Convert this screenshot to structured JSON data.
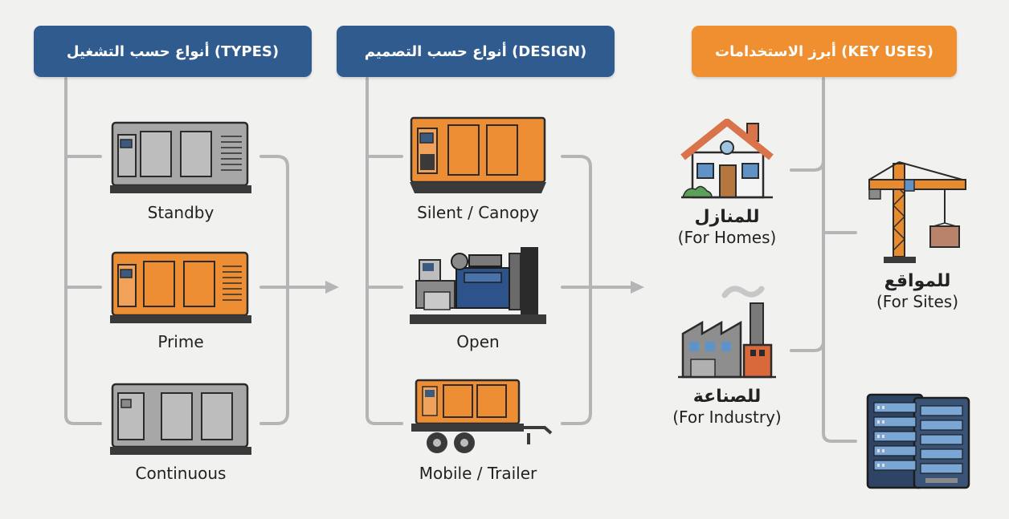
{
  "headers": {
    "types": "أنواع حسب التشغيل (TYPES)",
    "design": "أنواع حسب التصميم (DESIGN)",
    "uses": "أبرز الاستخدامات (KEY USES)"
  },
  "types": [
    {
      "label": "Standby"
    },
    {
      "label": "Prime"
    },
    {
      "label": "Continuous"
    }
  ],
  "design": [
    {
      "label": "Silent / Canopy"
    },
    {
      "label": "Open"
    },
    {
      "label": "Mobile / Trailer"
    }
  ],
  "uses": {
    "homes": {
      "ar": "للمنازل",
      "en": "(For Homes)"
    },
    "industry": {
      "ar": "للصناعة",
      "en": "(For Industry)"
    },
    "sites": {
      "ar": "للمواقع",
      "en": "(For Sites)"
    }
  },
  "colors": {
    "blue": "#2f5b8f",
    "orange": "#ef8f2f",
    "grey": "#a9a9a9",
    "connector": "#b8b8b8"
  }
}
